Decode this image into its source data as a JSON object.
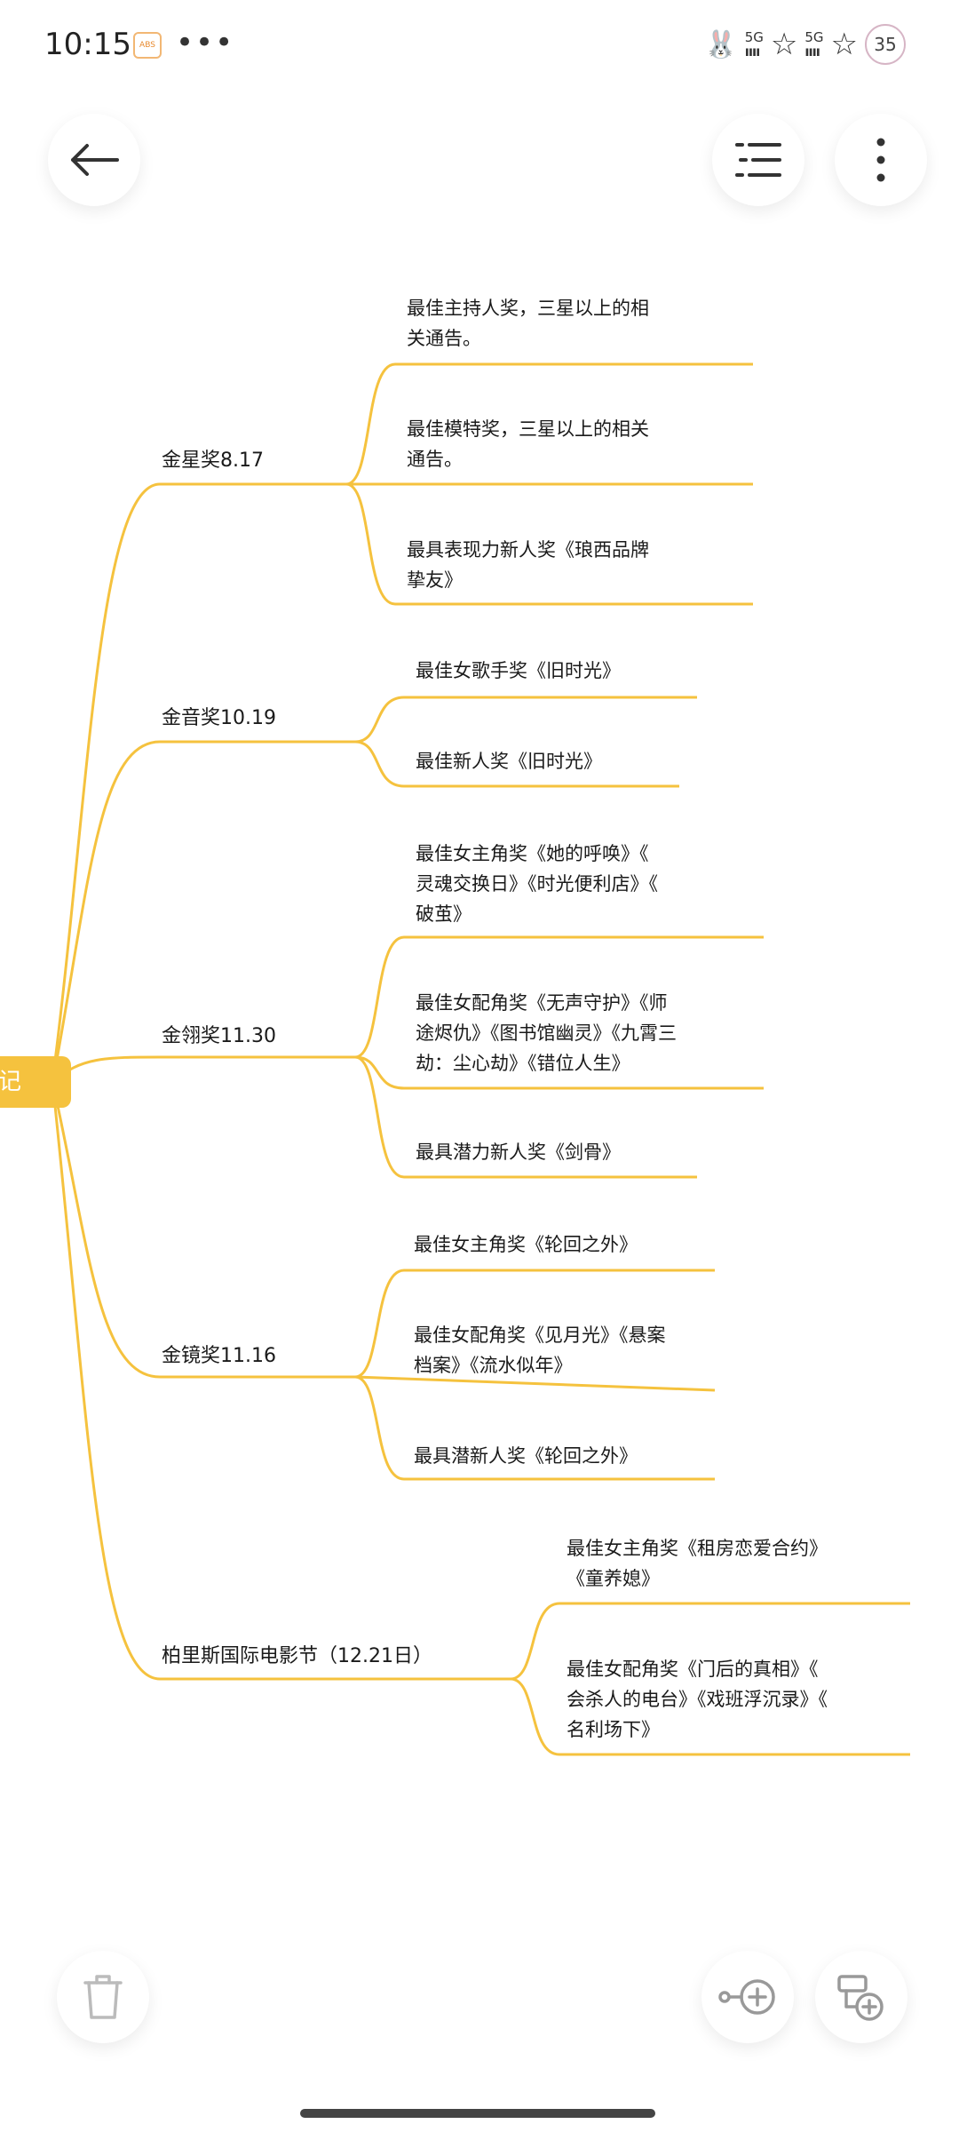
{
  "status_bar": {
    "time": "10:15",
    "app_icon_label": "ABS",
    "more": "•••",
    "sim1": "5G",
    "sim2": "5G",
    "battery": "35"
  },
  "toolbar": {
    "back_icon": "arrow-left-icon",
    "outline_icon": "list-icon",
    "more_icon": "more-vertical-icon"
  },
  "mindmap": {
    "root": "笔记",
    "line_color": "#f5c23e",
    "branches": [
      {
        "label": "金星奖8.17",
        "children": [
          "最佳主持人奖，三星以上的相\n关通告。",
          "最佳模特奖，三星以上的相关\n通告。",
          "最具表现力新人奖《琅西品牌\n挚友》"
        ]
      },
      {
        "label": "金音奖10.19",
        "children": [
          "最佳女歌手奖《旧时光》",
          "最佳新人奖《旧时光》"
        ]
      },
      {
        "label": "金翎奖11.30",
        "children": [
          " 最佳女主角奖《她的呼唤》《\n灵魂交换日》《时光便利店》《\n破茧》",
          "最佳女配角奖《无声守护》《师\n途烬仇》《图书馆幽灵》《九霄三\n劫：尘心劫》《错位人生》",
          "最具潜力新人奖《剑骨》"
        ]
      },
      {
        "label": "金镜奖11.16",
        "children": [
          "最佳女主角奖《轮回之外》",
          "最佳女配角奖《见月光》《悬案\n档案》《流水似年》",
          "最具潜新人奖《轮回之外》"
        ]
      },
      {
        "label": "柏里斯国际电影节（12.21日）",
        "children": [
          "最佳女主角奖《租房恋爱合约》\n《童养媳》",
          "最佳女配角奖《门后的真相》《\n会杀人的电台》《戏班浮沉录》《\n名利场下》"
        ]
      }
    ]
  },
  "bottom_bar": {
    "delete_icon": "trash-icon",
    "add_child_icon": "add-node-icon",
    "add_sibling_icon": "add-branch-icon"
  }
}
